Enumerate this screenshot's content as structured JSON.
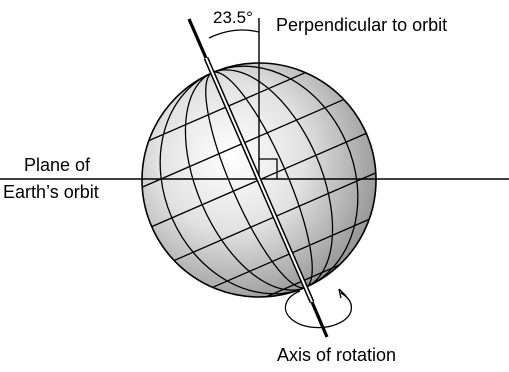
{
  "diagram": {
    "angle_label": "23.5°",
    "perpendicular_label": "Perpendicular to orbit",
    "plane_label_line1": "Plane of",
    "plane_label_line2": "Earth’s orbit",
    "axis_label": "Axis of rotation"
  },
  "colors": {
    "sphere_highlight": "#ffffff",
    "sphere_mid": "#d9d9d9",
    "sphere_shadow": "#8c8c8c",
    "stroke": "#000000"
  }
}
